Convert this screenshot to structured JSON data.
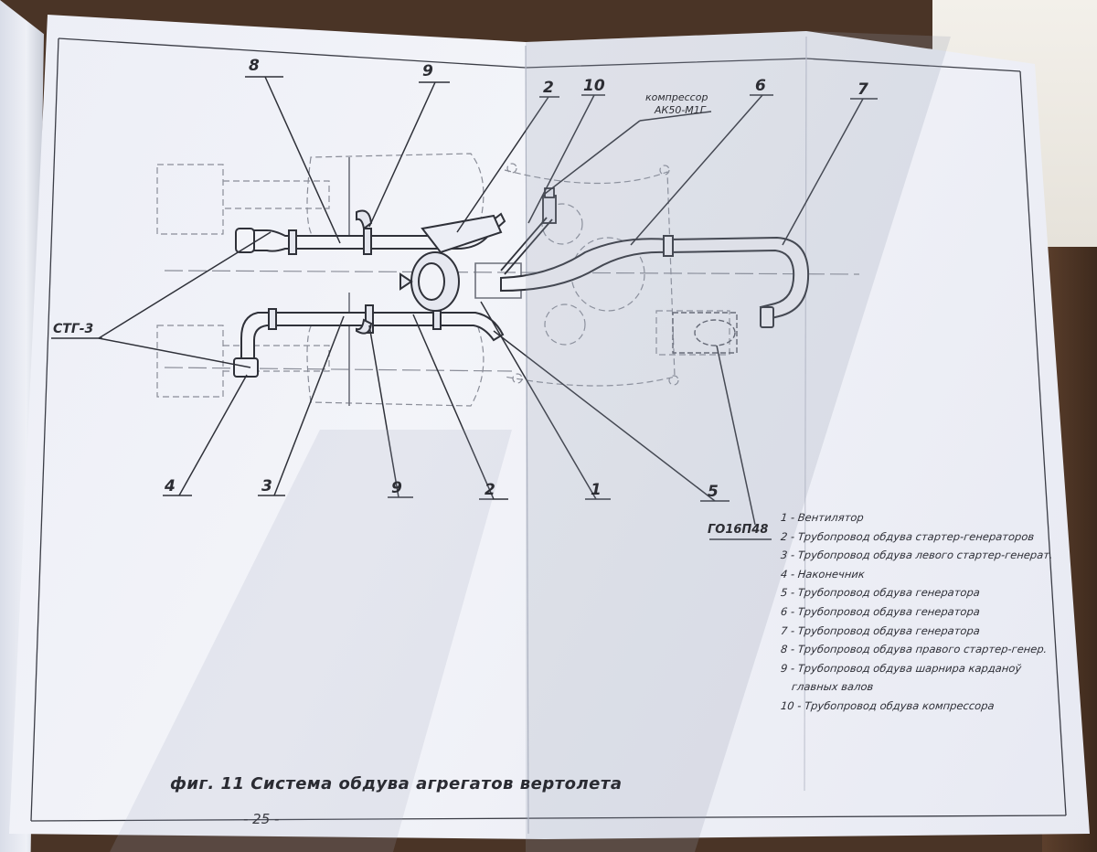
{
  "callouts": {
    "n8": "8",
    "n9_top": "9",
    "n2_top": "2",
    "n10": "10",
    "compressor_line1": "компрессор",
    "compressor_line2": "АК50-М1Г",
    "n6": "6",
    "n7": "7",
    "stg": "СТГ-3",
    "n4": "4",
    "n3": "3",
    "n9_bottom": "9",
    "n2_bottom": "2",
    "n1": "1",
    "n5": "5",
    "go": "ГО16П48"
  },
  "legend": {
    "items": [
      "1 - Вентилятор",
      "2 - Трубопровод обдува стартер-генераторов",
      "3 - Трубопровод обдува левого стартер-генерат.",
      "4 - Наконечник",
      "5 - Трубопровод обдува генератора",
      "6 - Трубопровод обдува генератора",
      "7 - Трубопровод обдува генератора",
      "8 - Трубопровод обдува правого стартер-генер.",
      "9 - Трубопровод обдува шарнира карданоў",
      "главных валов",
      "10 - Трубопровод обдува компрессора"
    ]
  },
  "caption": "фиг. 11  Система  обдува агрегатов вертолета",
  "page_number": "- 25 -"
}
